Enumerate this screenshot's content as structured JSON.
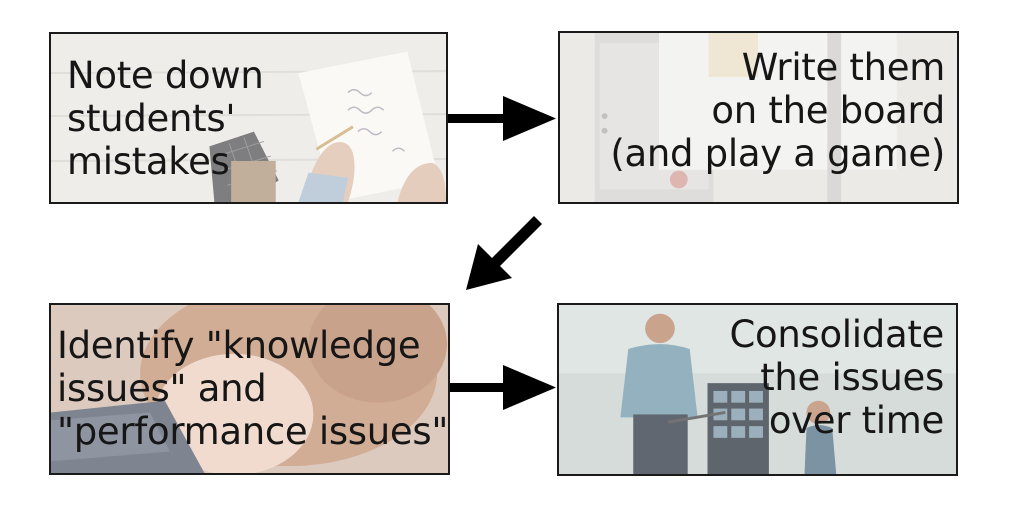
{
  "steps": [
    {
      "id": "note",
      "text": "Note down\nstudents'\nmistakes",
      "photo": "hands-writing-notebook-photo"
    },
    {
      "id": "write",
      "text": "Write them\non the board\n(and play a game)",
      "photo": "whiteboard-photo"
    },
    {
      "id": "identify",
      "text": "Identify \"knowledge\nissues\" and\n\"performance issues\"",
      "photo": "girl-reading-english-book-photo"
    },
    {
      "id": "consolidate",
      "text": "Consolidate\nthe issues\nover time",
      "photo": "teacher-and-child-board-photo"
    }
  ],
  "connectors": [
    {
      "from": "note",
      "to": "write",
      "direction": "right"
    },
    {
      "from": "write",
      "to": "identify",
      "direction": "down-left"
    },
    {
      "from": "identify",
      "to": "consolidate",
      "direction": "right"
    }
  ],
  "colors": {
    "border": "#1a1a1a",
    "text": "#161616",
    "arrow": "#000000"
  }
}
